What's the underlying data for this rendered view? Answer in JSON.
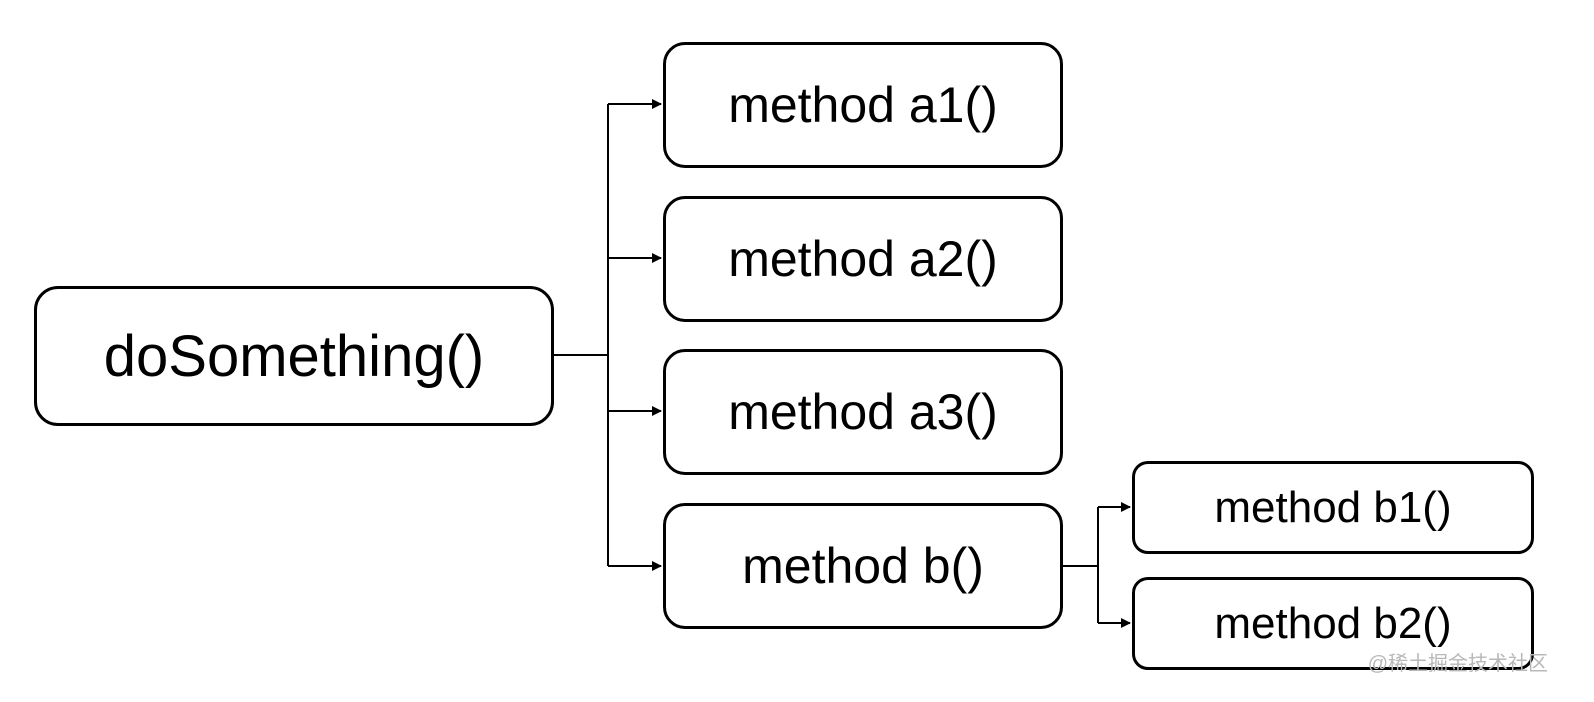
{
  "diagram": {
    "root": {
      "label": "doSomething()"
    },
    "level1": [
      {
        "id": "a1",
        "label": "method a1()"
      },
      {
        "id": "a2",
        "label": "method a2()"
      },
      {
        "id": "a3",
        "label": "method a3()"
      },
      {
        "id": "b",
        "label": "method b()"
      }
    ],
    "level2": [
      {
        "id": "b1",
        "label": "method b1()"
      },
      {
        "id": "b2",
        "label": "method b2()"
      }
    ],
    "edges": [
      {
        "from": "root",
        "to": "a1"
      },
      {
        "from": "root",
        "to": "a2"
      },
      {
        "from": "root",
        "to": "a3"
      },
      {
        "from": "root",
        "to": "b"
      },
      {
        "from": "b",
        "to": "b1"
      },
      {
        "from": "b",
        "to": "b2"
      }
    ],
    "colors": {
      "stroke": "#000000",
      "background": "#ffffff",
      "watermark": "#b8b8b8"
    }
  },
  "watermark": {
    "text": "@稀土掘金技术社区"
  }
}
